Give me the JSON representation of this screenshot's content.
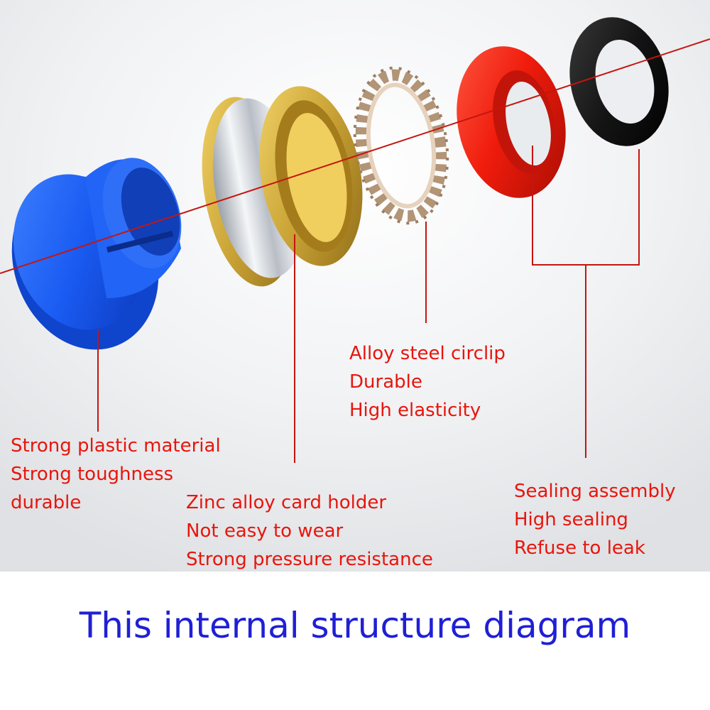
{
  "title": "This internal structure diagram",
  "colors": {
    "label_text": "#e8150c",
    "title_text": "#1f1fd6",
    "leader_line": "#c4160f",
    "blue_part": "#1a5bf2",
    "red_part": "#f01c0c",
    "black_part": "#141414",
    "brass": "#c9a235",
    "silver": "#c8ccd2"
  },
  "components": [
    {
      "id": "plastic-sleeve",
      "icon": "blue-sleeve-icon",
      "lines": [
        "Strong plastic material",
        "Strong toughness",
        "durable"
      ]
    },
    {
      "id": "card-holder",
      "icon": "metal-ring-icon",
      "lines": [
        "Zinc alloy card holder",
        "Not easy to wear",
        "Strong pressure resistance"
      ]
    },
    {
      "id": "circlip",
      "icon": "toothed-washer-icon",
      "lines": [
        "Alloy steel circlip",
        "Durable",
        "High elasticity"
      ]
    },
    {
      "id": "sealing",
      "icon": "seal-rings-icon",
      "lines": [
        "Sealing assembly",
        "High sealing",
        "Refuse to leak"
      ]
    }
  ]
}
